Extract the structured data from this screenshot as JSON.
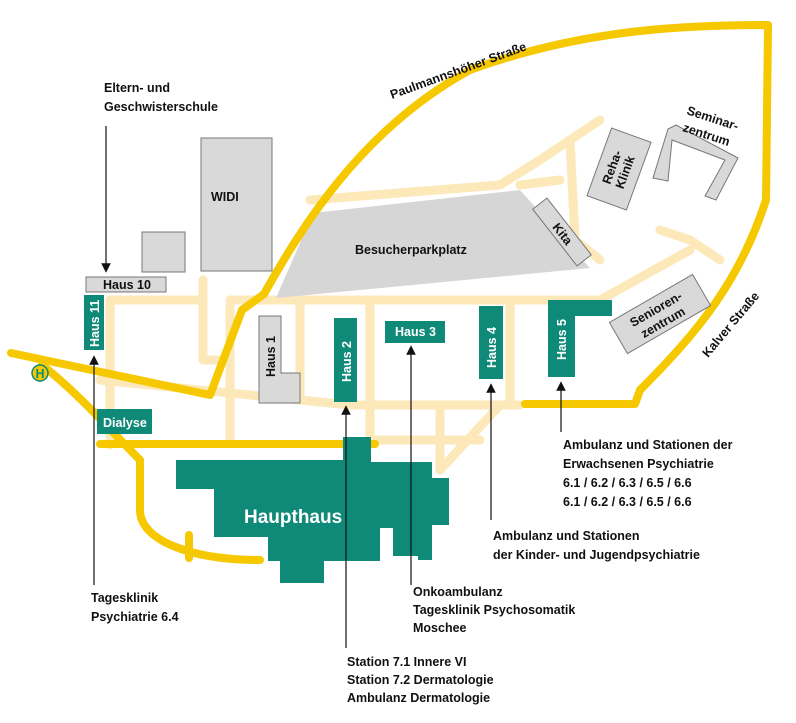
{
  "colors": {
    "main_road": "#f5c800",
    "path": "#fce8b8",
    "teal_building": "#108a78",
    "gray_building": "#d9d9d9",
    "parking": "#d6d6d6",
    "text": "#111111"
  },
  "streets": {
    "paulmannshoeher": "Paulmannshöher Straße",
    "kalver": "Kalver Straße"
  },
  "bus_stop": {
    "symbol": "H",
    "icon": "bus-stop-icon"
  },
  "buildings": {
    "widi": "WIDI",
    "parking": "Besucherparkplatz",
    "haus10": "Haus 10",
    "haus11": "Haus 11",
    "haus1": "Haus 1",
    "haus2": "Haus 2",
    "haus3": "Haus 3",
    "haus4": "Haus 4",
    "haus5": "Haus 5",
    "kita": "Kita",
    "reha_line1": "Reha-",
    "reha_line2": "Klinik",
    "seminar_line1": "Seminar-",
    "seminar_line2": "zentrum",
    "senioren_line1": "Senioren-",
    "senioren_line2": "zentrum",
    "dialyse": "Dialyse",
    "haupthaus": "Haupthaus"
  },
  "callouts": {
    "eltern": [
      "Eltern- und",
      "Geschwisterschule"
    ],
    "tagesklinik": [
      "Tagesklinik",
      "Psychiatrie 6.4"
    ],
    "haus2": [
      "Station 7.1 Innere VI",
      "Station 7.2 Dermatologie",
      "Ambulanz Dermatologie"
    ],
    "haus3": [
      "Onkoambulanz",
      "Tagesklinik Psychosomatik",
      "Moschee"
    ],
    "haus4": [
      "Ambulanz und Stationen",
      "der Kinder- und Jugendpsychiatrie"
    ],
    "haus5": [
      "Ambulanz und Stationen der",
      "Erwachsenen Psychiatrie",
      "6.1 / 6.2 / 6.3 / 6.5 / 6.6",
      "6.1 / 6.2 / 6.3 / 6.5 / 6.6"
    ]
  }
}
